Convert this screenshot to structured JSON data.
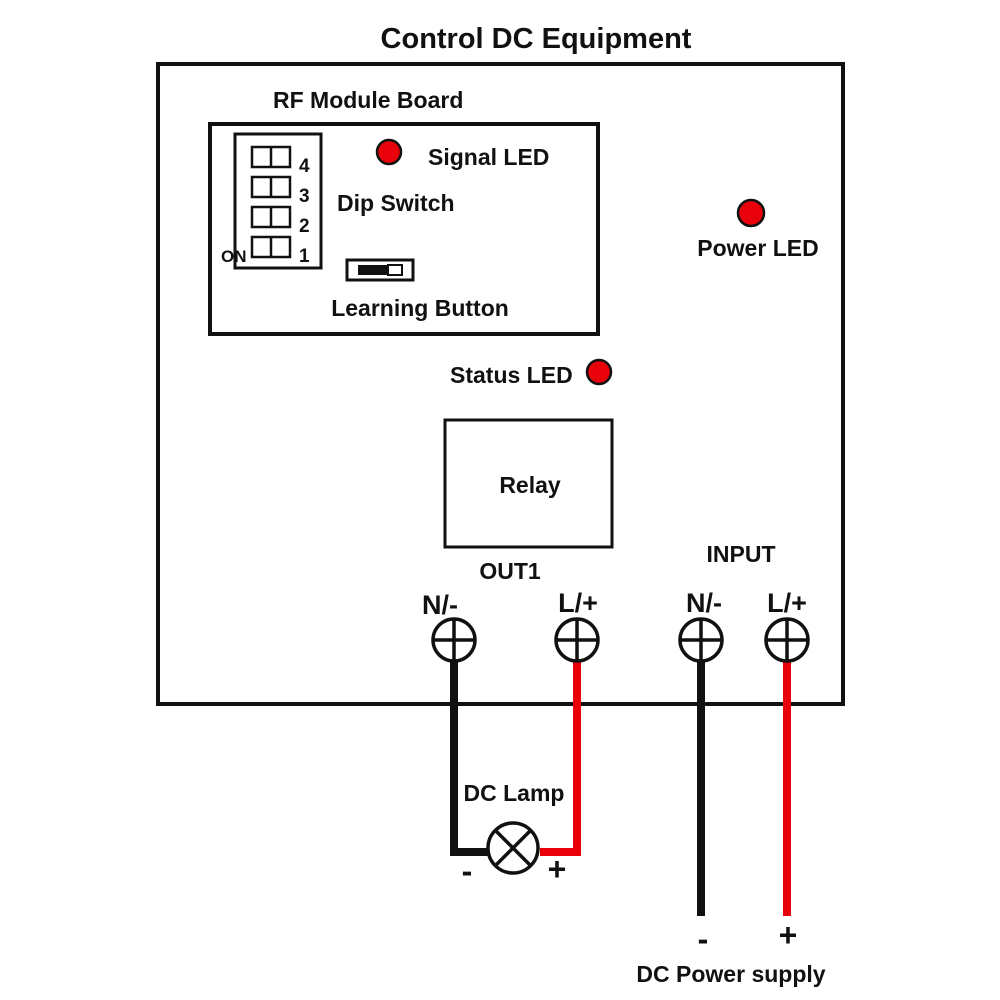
{
  "title": "Control DC Equipment",
  "rf_module": {
    "title": "RF Module Board",
    "dip_switch_label": "Dip Switch",
    "dip_numbers": [
      "4",
      "3",
      "2",
      "1"
    ],
    "dip_on_label": "ON",
    "learning_button_label": "Learning Button",
    "signal_led_label": "Signal LED"
  },
  "power_led_label": "Power LED",
  "status_led_label": "Status LED",
  "relay_label": "Relay",
  "out1": {
    "label": "OUT1",
    "neg_label": "N/-",
    "pos_label": "L/+"
  },
  "input": {
    "label": "INPUT",
    "neg_label": "N/-",
    "pos_label": "L/+"
  },
  "lamp": {
    "label": "DC Lamp",
    "neg_sign": "-",
    "pos_sign": "+"
  },
  "power_supply": {
    "label": "DC Power supply",
    "neg_sign": "-",
    "pos_sign": "+"
  },
  "colors": {
    "led": "#e8000b",
    "wire_positive": "#e8000b",
    "wire_negative": "#111111",
    "outline": "#111111"
  }
}
